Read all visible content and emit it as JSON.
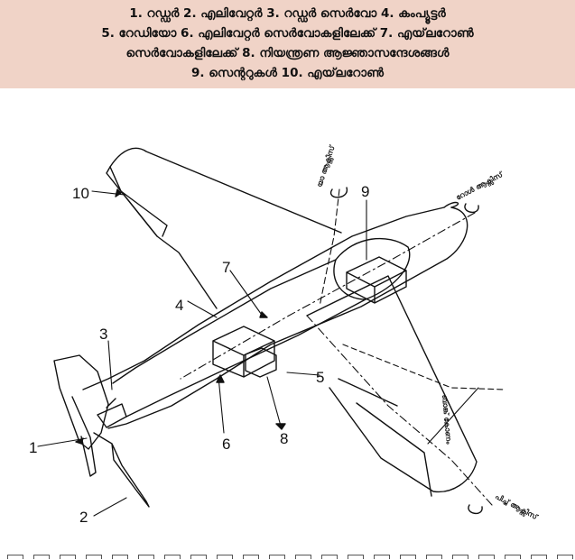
{
  "caption": {
    "line1": "1. റഡ്ഡർ 2. എലിവേറ്റർ 3. റഡ്ഡർ സെർവോ 4. കംപ്യൂട്ടർ",
    "line2": "5. റേഡിയോ 6. എലിവേറ്റർ സെർവോകളിലേക്ക് 7. എയ്‌ലറോൺ",
    "line3": "സെർവോകളിലേക്ക് 8. നിയന്ത്രണ ആജ്ഞാസന്ദേശങ്ങൾ",
    "line4": "9. സെന്ററുകൾ 10. എയ്‌ലറോൺ",
    "background": "#f0d3c7"
  },
  "diagram": {
    "callouts": [
      "1",
      "2",
      "3",
      "4",
      "5",
      "6",
      "7",
      "8",
      "9",
      "10"
    ],
    "axis_labels": {
      "yaw": "യാ ആക്സിസ്",
      "roll": "റോൾ ആക്സിസ്",
      "pitch": "പിച്ച് ആക്സിസ്",
      "bank": "ബാങ്ക് കോണം"
    }
  }
}
